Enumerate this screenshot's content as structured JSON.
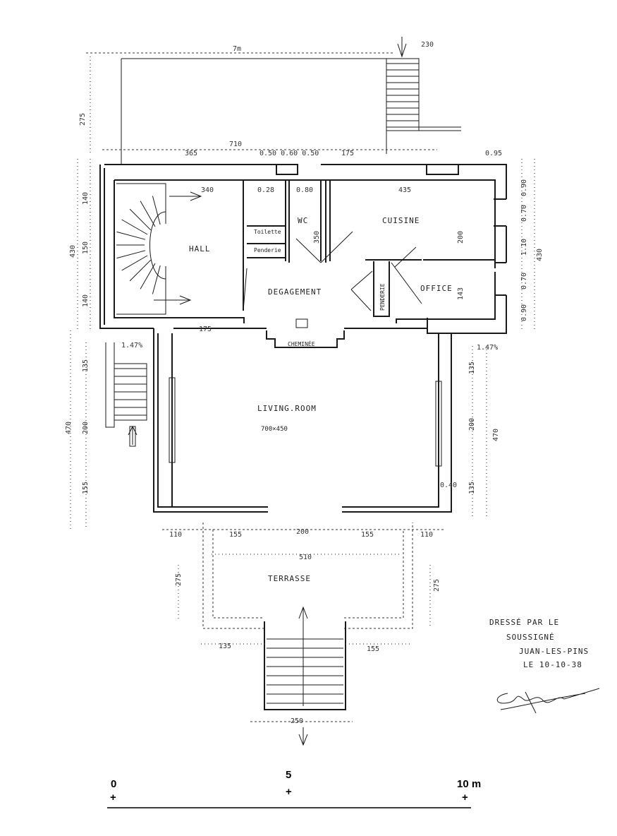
{
  "plan": {
    "rooms": {
      "hall": "HALL",
      "wc": "WC",
      "cuisine": "CUISINE",
      "toilette": "Toilette",
      "penderie1": "Penderie",
      "degagement": "DEGAGEMENT",
      "penderie2": "PENDERIE",
      "office": "OFFICE",
      "cheminee": "CHEMINÉE",
      "living": "LIVING.ROOM",
      "living_size": "700×450",
      "terrasse": "TERRASSE"
    },
    "dims": {
      "top_7m": "7m",
      "d230": "230",
      "d275_top": "275",
      "d710": "710",
      "d365": "365",
      "small_row": "0.50 0.60 0.50",
      "d175_top": "175",
      "d095": "0.95",
      "d340": "340",
      "d028": "0.28",
      "d080": "0.80",
      "d435": "435",
      "d350": "350",
      "d200_k": "200",
      "d143": "143",
      "d430_left": "430",
      "d140_a": "140",
      "d150": "150",
      "d140_b": "140",
      "d430_right": "430",
      "r090a": "0.90",
      "r070a": "0.70",
      "r110": "1.10",
      "r070b": "0.70",
      "r090b": "0.90",
      "slope_l": "1.47%",
      "slope_r": "1.47%",
      "d175_mid": "175",
      "d135_l": "135",
      "d200_l": "200",
      "d155_l": "155",
      "d470_l": "470",
      "d135_r": "135",
      "d200_r": "200",
      "d135_r2": "135",
      "d470_r": "470",
      "d040": "0.40",
      "b110_l": "110",
      "b155_l": "155",
      "b200": "200",
      "b155_r": "155",
      "b110_r": "110",
      "d510": "510",
      "d275_l": "275",
      "d275_r": "275",
      "s135": "135",
      "s155": "155",
      "d250": "250"
    },
    "note": {
      "line1": "DRESSÉ PAR LE",
      "line2": "SOUSSIGNÉ",
      "line3": "JUAN-LES-PINS",
      "line4": "LE 10-10-38"
    },
    "scale": {
      "label_0": "0",
      "label_5": "5",
      "label_10": "10 m",
      "tick": "+"
    }
  }
}
